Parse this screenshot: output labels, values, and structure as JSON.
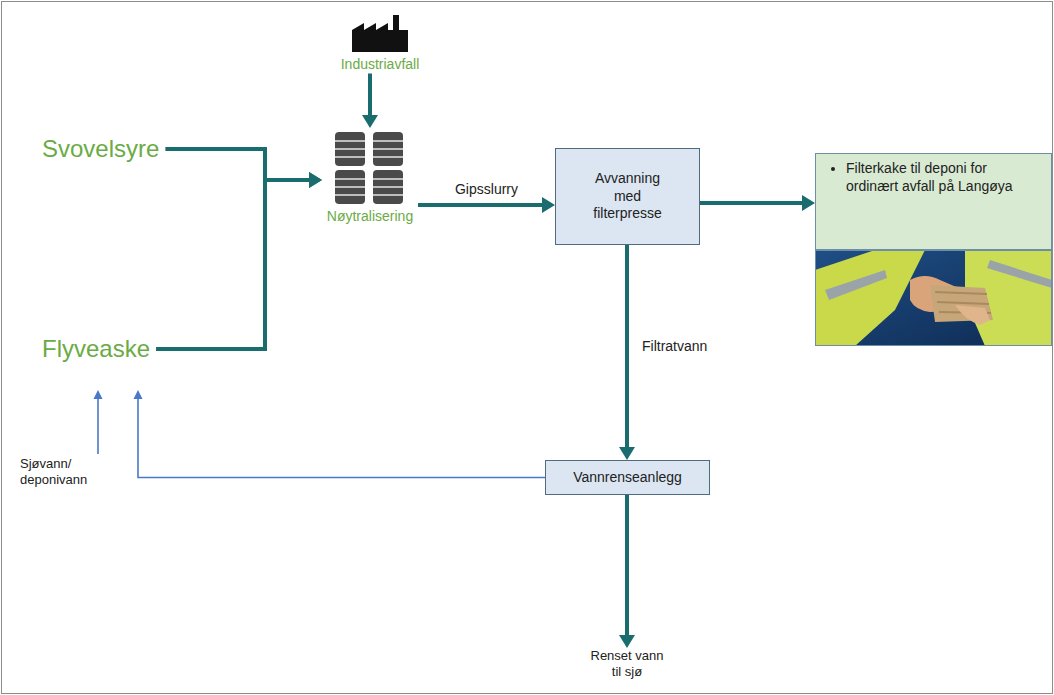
{
  "diagram": {
    "nodes": [
      {
        "text": [
          "Industriavfall"
        ]
      },
      {
        "text": [
          "Svovelsyre"
        ]
      },
      {
        "text": [
          "Nøytralisering"
        ]
      },
      {
        "text": [
          "Avvanning med filterpresse"
        ]
      },
      {
        "text": [
          "Filterkake til deponi for ordinært avfall på Langøya"
        ]
      },
      {
        "text": [
          "Flyveaske"
        ]
      },
      {
        "text": [
          "Vannrenseanlegg"
        ]
      },
      {
        "text": [
          "Sjøvann/ deponivann"
        ]
      },
      {
        "text": [
          "Renset vann til sjø"
        ]
      }
    ],
    "edges": [
      {
        "from": 0,
        "to": 2,
        "arrow": "to"
      },
      {
        "from": 1,
        "to": 2,
        "arrow": "to"
      },
      {
        "from": 5,
        "to": 2,
        "arrow": "to"
      },
      {
        "from": 2,
        "to": 3,
        "label": "Gipsslurry",
        "arrow": "to"
      },
      {
        "from": 3,
        "to": 4,
        "arrow": "to"
      },
      {
        "from": 3,
        "to": 6,
        "label": "Filtratvann",
        "arrow": "to"
      },
      {
        "from": 6,
        "to": 8,
        "arrow": "to"
      },
      {
        "from": 6,
        "to": 5,
        "arrow": "to"
      },
      {
        "from": 7,
        "to": 5,
        "arrow": "to"
      }
    ]
  }
}
